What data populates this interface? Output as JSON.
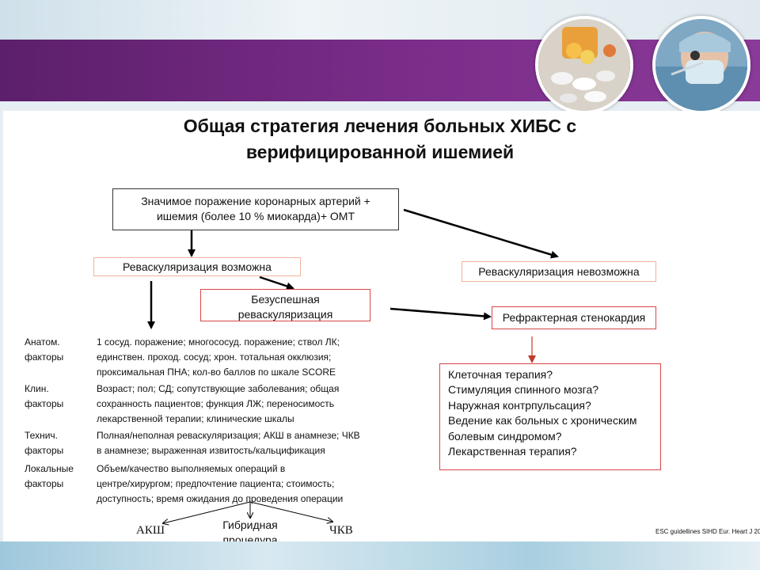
{
  "title_line1": "Общая стратегия лечения больных ХИБС с",
  "title_line2": "верифицированной ишемией",
  "main_box": {
    "line1": "Значимое поражение коронарных артерий +",
    "line2": "ишемия (более 10 % миокарда)+ ОМТ"
  },
  "revasc_possible": "Реваскуляризация возможна",
  "revasc_impossible": "Реваскуляризация невозможна",
  "unsuccessful": {
    "line1": "Безуспешная",
    "line2": "реваскуляризация"
  },
  "refractory": "Рефрактерная стенокардия",
  "therapy_options": [
    "Клеточная терапия?",
    "Стимуляция спинного мозга?",
    "Наружная контрпульсация?",
    "Ведение как больных с хроническим",
    "болевым синдромом?",
    "Лекарственная терапия?"
  ],
  "factors": [
    {
      "label1": "Анатом.",
      "label2": "факторы",
      "lines": [
        " 1 сосуд. поражение; многососуд. поражение; ствол ЛК;",
        "единствен. проход. сосуд; хрон. тотальная окклюзия;",
        "проксимальная ПНА; кол-во баллов по шкале SCORE"
      ]
    },
    {
      "label1": "Клин.",
      "label2": "факторы",
      "lines": [
        "Возраст; пол; СД; сопутствующие заболевания; общая",
        "сохранность пациентов; функция ЛЖ; переносимость",
        "лекарственной терапии; клинические шкалы"
      ]
    },
    {
      "label1": "Технич.",
      "label2": "факторы",
      "lines": [
        "Полная/неполная реваскуляризация; АКШ в анамнезе; ЧКВ",
        "в анамнезе; выраженная извитость/кальцификация"
      ]
    },
    {
      "label1": "Локальные",
      "label2": "факторы",
      "lines": [
        "Объем/качество выполняемых операций в",
        "центре/хирургом; предпочтение пациента; стоимость;",
        "доступность; время ожидания до проведения операции"
      ]
    }
  ],
  "options": {
    "left": "АКШ",
    "middle_line1": "Гибридная",
    "middle_line2": "процедура",
    "right": "ЧКВ"
  },
  "source": "ESC guidellines SIHD Eur. Heart J 20",
  "colors": {
    "band": "#7b2d8a",
    "box_red": "#d94646",
    "box_peach": "#f0b49a"
  }
}
